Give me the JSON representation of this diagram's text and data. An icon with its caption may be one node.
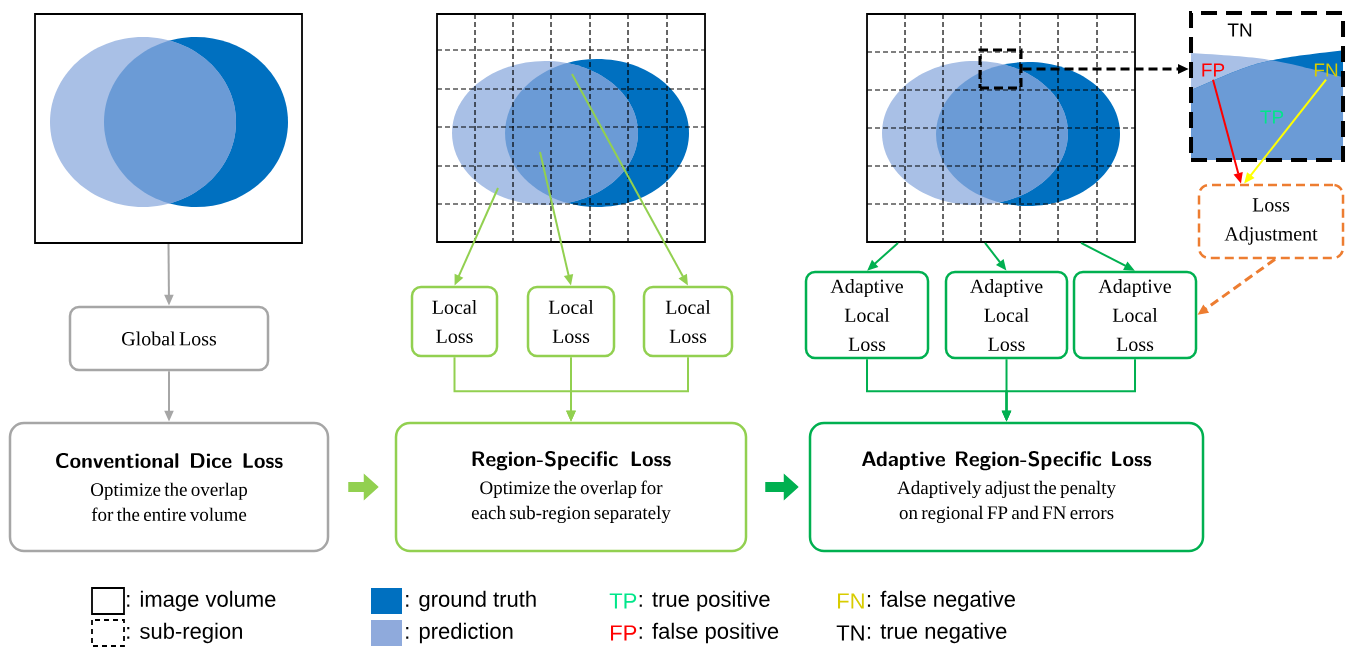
{
  "diagram": {
    "nodes": [
      {
        "text": [],
        "shape": "picture"
      },
      {
        "text": [
          "Global Loss"
        ]
      },
      {
        "text": [
          "Conventional Dice Loss",
          "Optimize the overlap for the entire volume"
        ]
      },
      {
        "text": [],
        "shape": "picture"
      },
      {
        "text": [
          "Local Loss"
        ]
      },
      {
        "text": [
          "Local Loss"
        ]
      },
      {
        "text": [
          "Local Loss"
        ]
      },
      {
        "text": [
          "Region-Specific Loss",
          "Optimize the overlap for each sub-region separately"
        ]
      },
      {
        "text": [],
        "shape": "picture"
      },
      {
        "text": [],
        "shape": "box",
        "in": 8
      },
      {
        "text": [],
        "shape": "picture"
      },
      {
        "text": [
          "FP"
        ],
        "in": 10
      },
      {
        "text": [
          "FN"
        ],
        "in": 10
      },
      {
        "text": [
          "Loss Adjustment"
        ]
      },
      {
        "text": [
          "Adaptive Local Loss"
        ]
      },
      {
        "text": [
          "Adaptive Local Loss"
        ]
      },
      {
        "text": [
          "Adaptive Local Loss"
        ]
      },
      {
        "text": [
          "Adaptive Region-Specific Loss",
          "Adaptively adjust the penalty on regional FP and FN errors"
        ]
      }
    ],
    "edges": [
      {
        "from": 0,
        "to": 1,
        "arrow": "to",
        "color": "#a6a6a6"
      },
      {
        "from": 1,
        "to": 2,
        "arrow": "to",
        "color": "#a6a6a6"
      },
      {
        "from": 3,
        "to": 4,
        "arrow": "to",
        "color": "#92d050"
      },
      {
        "from": 3,
        "to": 5,
        "arrow": "to",
        "color": "#92d050"
      },
      {
        "from": 3,
        "to": 6,
        "arrow": "to",
        "color": "#92d050"
      },
      {
        "from": 4,
        "to": 7,
        "arrow": "to",
        "color": "#92d050"
      },
      {
        "from": 5,
        "to": 7,
        "arrow": "to",
        "color": "#92d050"
      },
      {
        "from": 6,
        "to": 7,
        "arrow": "to",
        "color": "#92d050"
      },
      {
        "from": 2,
        "to": 7,
        "arrow": "to",
        "style": "thick",
        "color": "#92d050"
      },
      {
        "from": 8,
        "to": 14,
        "arrow": "to",
        "color": "#00b050"
      },
      {
        "from": 8,
        "to": 15,
        "arrow": "to",
        "color": "#00b050"
      },
      {
        "from": 8,
        "to": 16,
        "arrow": "to",
        "color": "#00b050"
      },
      {
        "from": 14,
        "to": 17,
        "arrow": "to",
        "color": "#00b050"
      },
      {
        "from": 15,
        "to": 17,
        "arrow": "to",
        "color": "#00b050"
      },
      {
        "from": 16,
        "to": 17,
        "arrow": "to",
        "color": "#00b050"
      },
      {
        "from": 7,
        "to": 17,
        "arrow": "to",
        "style": "thick",
        "color": "#00b050"
      },
      {
        "from": 9,
        "to": 10,
        "arrow": "to",
        "style": "dashed",
        "color": "#000000"
      },
      {
        "from": 11,
        "to": 13,
        "arrow": "to",
        "color": "#ff0000"
      },
      {
        "from": 12,
        "to": 13,
        "arrow": "to",
        "color": "#ffff00"
      },
      {
        "from": 13,
        "to": 16,
        "arrow": "to",
        "style": "dashed",
        "color": "#ed7d31"
      }
    ],
    "labels": [
      "TN",
      "TP",
      "TP",
      "FN",
      "FP",
      "TN"
    ],
    "legend": [
      {
        "text": ": image volume"
      },
      {
        "text": ": ground truth",
        "color": "#0070c0"
      },
      {
        "text": ": true positive",
        "color": "#00e68a"
      },
      {
        "text": ": false negative",
        "color": "#d8cc00"
      },
      {
        "text": ": sub-region"
      },
      {
        "text": ": prediction",
        "color": "#8faadc"
      },
      {
        "text": ": false positive",
        "color": "#ff0000"
      },
      {
        "text": ": true negative",
        "color": "#000000"
      }
    ]
  }
}
